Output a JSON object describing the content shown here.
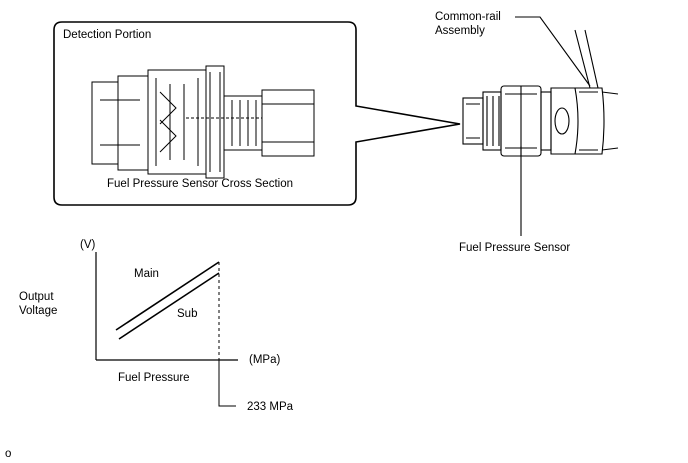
{
  "inset": {
    "title": "Detection Portion",
    "caption": "Fuel Pressure Sensor Cross Section"
  },
  "callouts": {
    "common_rail_line1": "Common-rail",
    "common_rail_line2": "Assembly",
    "sensor": "Fuel Pressure Sensor"
  },
  "graph": {
    "y_unit": "(V)",
    "y_label_line1": "Output",
    "y_label_line2": "Voltage",
    "x_unit": "(MPa)",
    "x_label": "Fuel Pressure",
    "series_main": "Main",
    "series_sub": "Sub",
    "max_marker": "233 MPa"
  },
  "figure_code": "o"
}
